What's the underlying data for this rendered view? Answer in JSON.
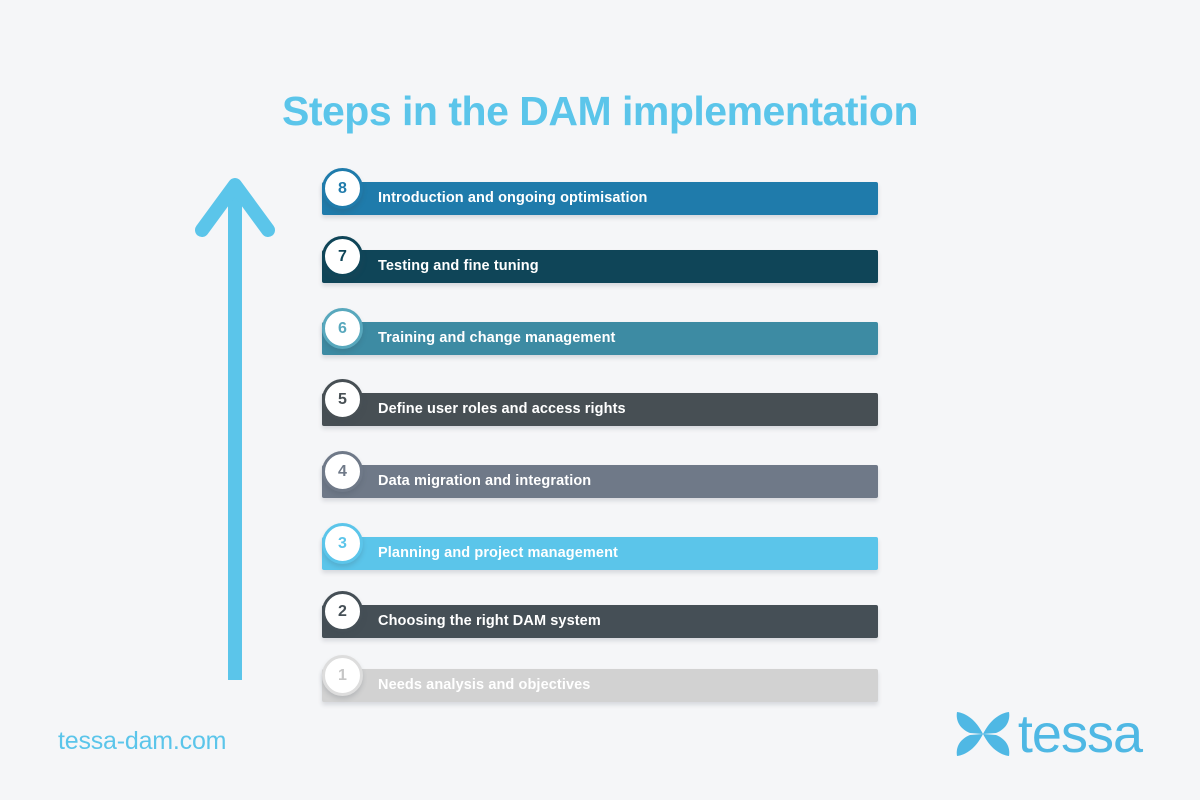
{
  "page": {
    "background_color": "#f5f6f8",
    "title": "Steps in the DAM implementation",
    "title_color": "#5bc5ea"
  },
  "arrow": {
    "name": "upward-progress-arrow",
    "color": "#5bc5ea",
    "direction": "up"
  },
  "steps": [
    {
      "number": "8",
      "label": "Introduction and ongoing optimisation",
      "bar_color": "#1f7bab",
      "circle_border_color": "#1f7bab",
      "number_color": "#1f7bab",
      "text_color": "#ffffff"
    },
    {
      "number": "7",
      "label": "Testing and fine tuning",
      "bar_color": "#0f4558",
      "circle_border_color": "#0f4558",
      "number_color": "#0f4558",
      "text_color": "#ffffff"
    },
    {
      "number": "6",
      "label": "Training and change management",
      "bar_color": "#3d8ba3",
      "circle_border_color": "#58a8bd",
      "number_color": "#58a8bd",
      "text_color": "#ffffff"
    },
    {
      "number": "5",
      "label": "Define user roles and access rights",
      "bar_color": "#474f54",
      "circle_border_color": "#474f54",
      "number_color": "#474f54",
      "text_color": "#ffffff"
    },
    {
      "number": "4",
      "label": "Data migration and integration",
      "bar_color": "#6f7988",
      "circle_border_color": "#6f7988",
      "number_color": "#6f7988",
      "text_color": "#ffffff"
    },
    {
      "number": "3",
      "label": "Planning and project management",
      "bar_color": "#5bc5ea",
      "circle_border_color": "#5bc5ea",
      "number_color": "#5bc5ea",
      "text_color": "#ffffff"
    },
    {
      "number": "2",
      "label": "Choosing the right DAM system",
      "bar_color": "#454f56",
      "circle_border_color": "#454f56",
      "number_color": "#454f56",
      "text_color": "#ffffff"
    },
    {
      "number": "1",
      "label": "Needs analysis and objectives",
      "bar_color": "#d2d2d2",
      "circle_border_color": "#dddddd",
      "number_color": "#c6c6c6",
      "text_color": "#ffffff"
    }
  ],
  "footer": {
    "url": "tessa-dam.com",
    "url_color": "#5bc5ea",
    "logo_word": "tessa",
    "logo_color": "#4fb8e4",
    "logo_mark": "butterfly-icon"
  }
}
